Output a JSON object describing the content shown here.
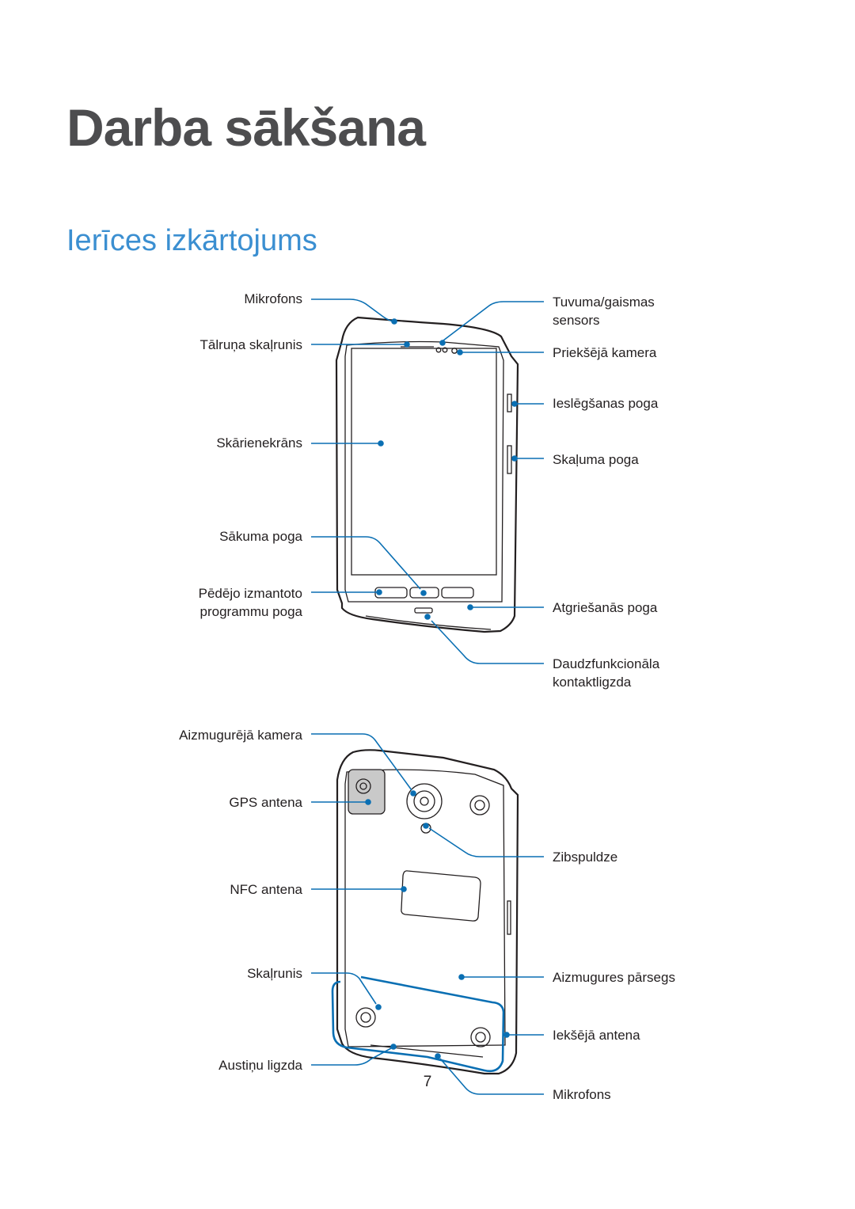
{
  "chapter_title": "Darba sākšana",
  "section_title": "Ierīces izkārtojums",
  "front_labels": {
    "microphone": "Mikrofons",
    "earpiece": "Tālruņa skaļrunis",
    "touchscreen": "Skārienekrāns",
    "home_button": "Sākuma poga",
    "recent_apps_line1": "Pēdējo izmantoto",
    "recent_apps_line2": "programmu poga",
    "proximity_line1": "Tuvuma/gaismas",
    "proximity_line2": "sensors",
    "front_camera": "Priekšējā kamera",
    "power_button": "Ieslēgšanas poga",
    "volume_button": "Skaļuma poga",
    "back_button": "Atgriešanās poga",
    "multipurpose_line1": "Daudzfunkcionāla",
    "multipurpose_line2": "kontaktligzda"
  },
  "back_labels": {
    "rear_camera": "Aizmugurējā kamera",
    "gps_antenna": "GPS antena",
    "nfc_antenna": "NFC antena",
    "speaker": "Skaļrunis",
    "headset_jack": "Austiņu ligzda",
    "flash": "Zibspuldze",
    "back_cover": "Aizmugures pārsegs",
    "internal_antenna": "Iekšējā antena",
    "microphone": "Mikrofons"
  },
  "page_number": "7",
  "colors": {
    "title_gray": "#4d4d4f",
    "section_blue": "#3b8fd1",
    "callout_blue": "#0a6fb3",
    "text": "#231f20"
  }
}
